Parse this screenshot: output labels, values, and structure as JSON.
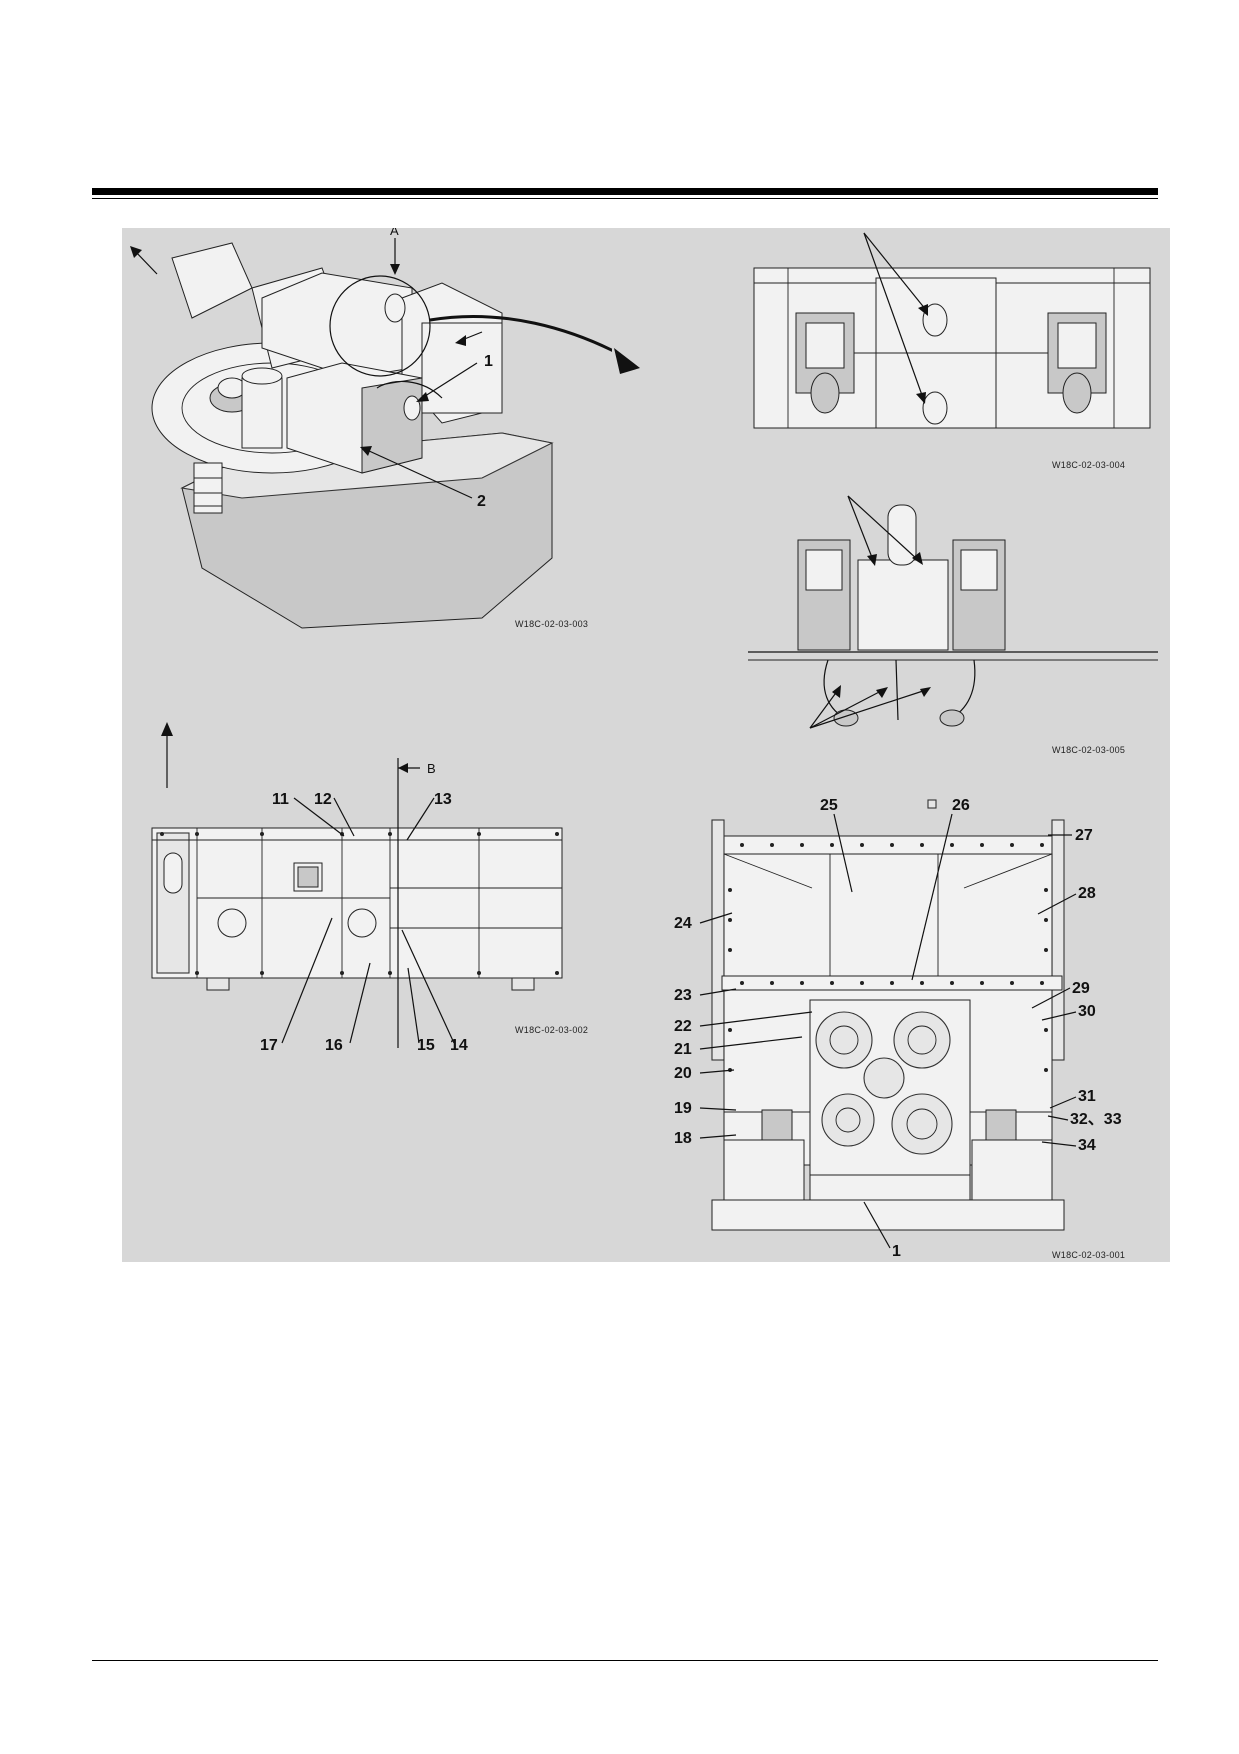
{
  "figures": {
    "fig_003": {
      "code": "W18C-02-03-003",
      "view_label": "A",
      "callouts": [
        "1",
        "2"
      ]
    },
    "fig_004": {
      "code": "W18C-02-03-004"
    },
    "fig_005": {
      "code": "W18C-02-03-005"
    },
    "fig_002": {
      "code": "W18C-02-03-002",
      "view_label": "B",
      "callouts": [
        "11",
        "12",
        "13",
        "17",
        "16",
        "15",
        "14"
      ]
    },
    "fig_001": {
      "code": "W18C-02-03-001",
      "callouts": [
        "25",
        "26",
        "27",
        "24",
        "28",
        "23",
        "29",
        "22",
        "30",
        "21",
        "20",
        "31",
        "19",
        "32、33",
        "18",
        "34",
        "1"
      ]
    }
  }
}
